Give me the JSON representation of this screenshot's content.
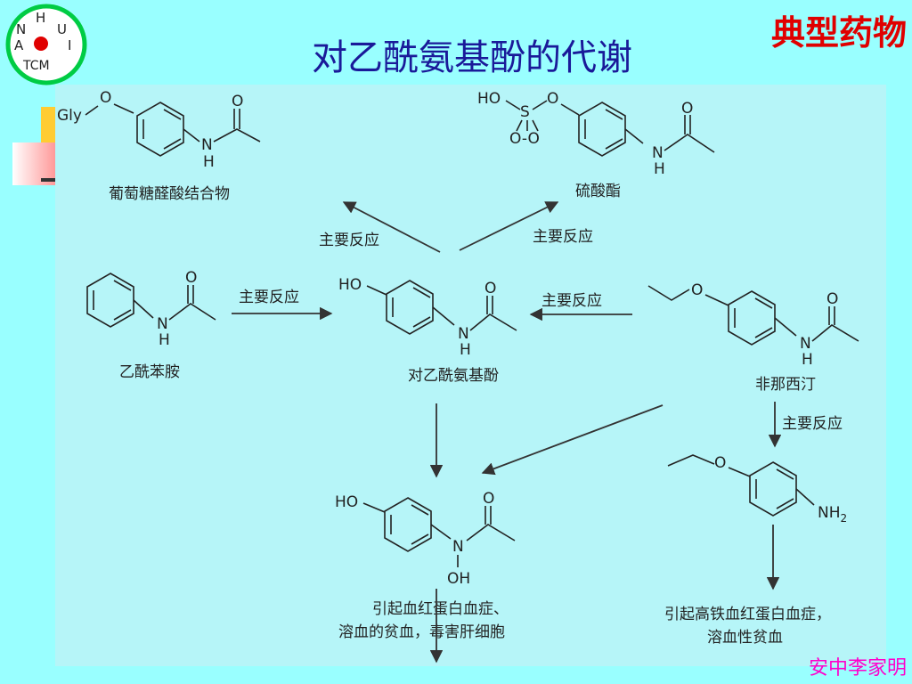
{
  "slide": {
    "title": "对乙酰氨基酚的代谢",
    "tag": "典型药物",
    "author": "安中李家明"
  },
  "logo": {
    "letters": {
      "top": "H",
      "left_top": "N",
      "right_top": "U",
      "left": "A",
      "right": "I",
      "bottom": "TCM"
    },
    "colors": {
      "ring": "#00cc44",
      "dot": "#e00000"
    }
  },
  "diagram": {
    "compounds": {
      "glucuronide": {
        "name": "葡萄糖醛酸结合物",
        "substituent": "Gly",
        "o": "O",
        "carbonyl_o": "O",
        "nh": "N",
        "h": "H"
      },
      "sulfate": {
        "name": "硫酸酯",
        "ho": "HO",
        "s": "S",
        "so_o": "O-O",
        "o": "O",
        "carbonyl_o": "O",
        "nh": "N",
        "h": "H"
      },
      "acetanilide": {
        "name": "乙酰苯胺",
        "carbonyl_o": "O",
        "nh": "N",
        "h": "H"
      },
      "paracetamol": {
        "name": "对乙酰氨基酚",
        "ho": "HO",
        "carbonyl_o": "O",
        "nh": "N",
        "h": "H"
      },
      "phenacetin": {
        "name": "非那西汀",
        "o": "O",
        "carbonyl_o": "O",
        "nh": "N",
        "h": "H"
      },
      "hydroxylamine": {
        "ho": "HO",
        "carbonyl_o": "O",
        "n": "N",
        "oh": "OH",
        "effect_line1": "引起血红蛋白血症、",
        "effect_line2": "溶血的贫血，毒害肝细胞"
      },
      "phenetidine": {
        "o": "O",
        "nh2": "NH",
        "sub2": "2",
        "effect_line1": "引起高铁血红蛋白血症，",
        "effect_line2": "溶血性贫血"
      }
    },
    "arrow_labels": {
      "to_glucuronide": "主要反应",
      "to_sulfate": "主要反应",
      "acetanilide_to_paracetamol": "主要反应",
      "phenacetin_to_paracetamol": "主要反应",
      "phenacetin_to_phenetidine": "主要反应"
    }
  }
}
